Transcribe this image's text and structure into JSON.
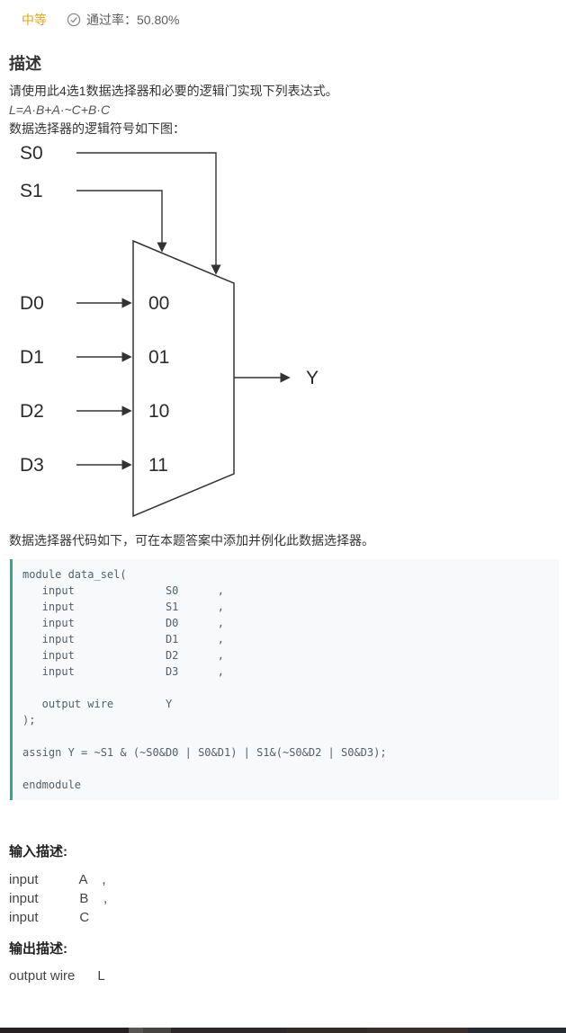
{
  "meta": {
    "difficulty": "中等",
    "pass_rate": "通过率：50.80%"
  },
  "description": {
    "title": "描述",
    "intro": "请使用此4选1数据选择器和必要的逻辑门实现下列表达式。",
    "formula": "L=A·B+A·~C+B·C",
    "diagram_caption": "数据选择器的逻辑符号如下图：",
    "code_intro": "数据选择器代码如下，可在本题答案中添加并例化此数据选择器。"
  },
  "diagram": {
    "select_inputs": [
      "S0",
      "S1"
    ],
    "data_inputs": [
      "D0",
      "D1",
      "D2",
      "D3"
    ],
    "channel_labels": [
      "00",
      "01",
      "10",
      "11"
    ],
    "output_label": "Y"
  },
  "code_block": {
    "lines": [
      "module data_sel(",
      "   input              S0      ,",
      "   input              S1      ,",
      "   input              D0      ,",
      "   input              D1      ,",
      "   input              D2      ,",
      "   input              D3      ,",
      "",
      "   output wire        Y",
      ");",
      "",
      "assign Y = ~S1 & (~S0&D0 | S0&D1) | S1&(~S0&D2 | S0&D3);",
      "",
      "endmodule"
    ]
  },
  "input_desc": {
    "title": "输入描述:",
    "lines": [
      "input           A    ,",
      "input           B    ,",
      "input           C"
    ]
  },
  "output_desc": {
    "title": "输出描述:",
    "lines": [
      "output wire      L"
    ]
  },
  "colors": {
    "difficulty": "#e0a816",
    "code_border": "#2cab8d",
    "code_bg": "#f8f9fa"
  },
  "footer": {
    "segments": [
      {
        "width": 143,
        "color": "#262023"
      },
      {
        "width": 16,
        "color": "#595552"
      },
      {
        "width": 31,
        "color": "#474342"
      },
      {
        "width": 128,
        "color": "#2e2729"
      },
      {
        "width": 90,
        "color": "#342b29"
      },
      {
        "width": 112,
        "color": "#3a2e2b"
      },
      {
        "width": 109,
        "color": "#262a33"
      }
    ]
  }
}
